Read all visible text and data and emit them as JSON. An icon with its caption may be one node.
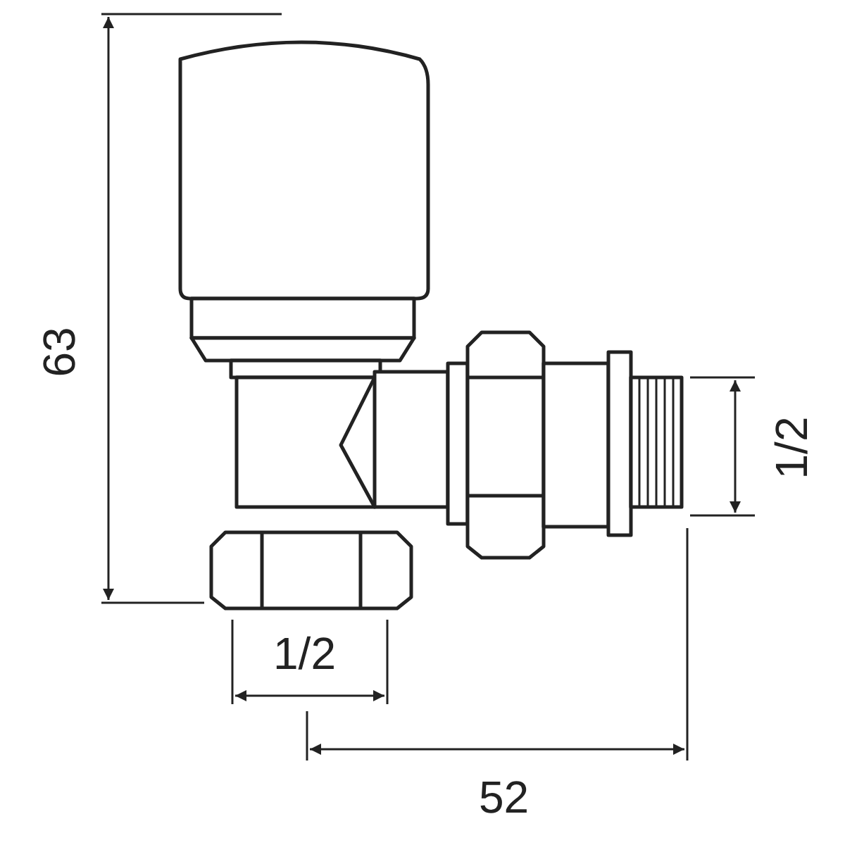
{
  "diagram": {
    "labels": [
      "63",
      "1/2",
      "1/2",
      "52"
    ]
  }
}
